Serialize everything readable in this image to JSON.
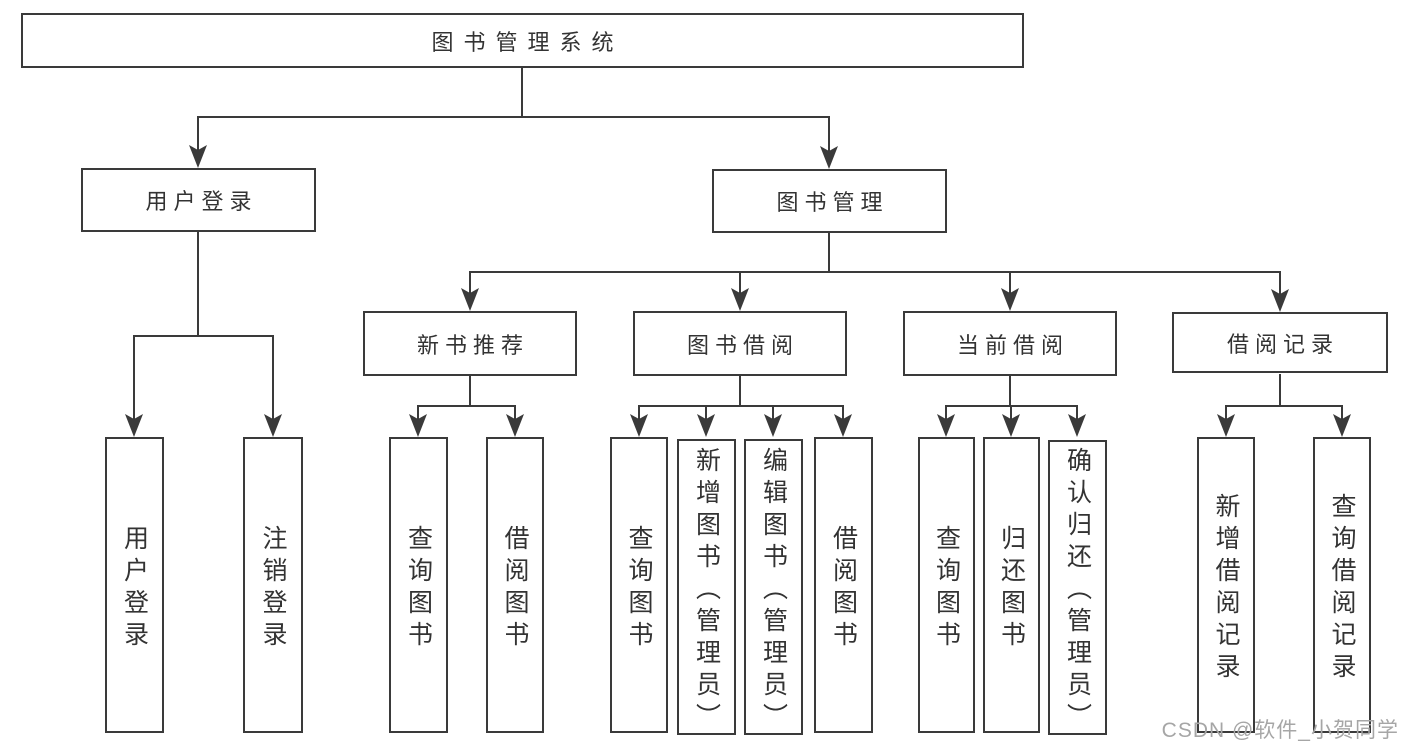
{
  "diagram_title": "图书管理系统",
  "tree": {
    "label": "图书管理系统",
    "children": [
      {
        "label": "用户登录",
        "children": [
          {
            "label": "用户登录"
          },
          {
            "label": "注销登录"
          }
        ]
      },
      {
        "label": "图书管理",
        "children": [
          {
            "label": "新书推荐",
            "children": [
              {
                "label": "查询图书"
              },
              {
                "label": "借阅图书"
              }
            ]
          },
          {
            "label": "图书借阅",
            "children": [
              {
                "label": "查询图书"
              },
              {
                "label": "新增图书（管理员）"
              },
              {
                "label": "编辑图书（管理员）"
              },
              {
                "label": "借阅图书"
              }
            ]
          },
          {
            "label": "当前借阅",
            "children": [
              {
                "label": "查询图书"
              },
              {
                "label": "归还图书"
              },
              {
                "label": "确认归还（管理员）"
              }
            ]
          },
          {
            "label": "借阅记录",
            "children": [
              {
                "label": "新增借阅记录"
              },
              {
                "label": "查询借阅记录"
              }
            ]
          }
        ]
      }
    ]
  },
  "watermark": {
    "text": "CSDN @软件_小贺同学"
  },
  "colors": {
    "line": "#3a3a3a",
    "text": "#333333",
    "watermark": "#a6a6a6",
    "background": "#ffffff"
  }
}
